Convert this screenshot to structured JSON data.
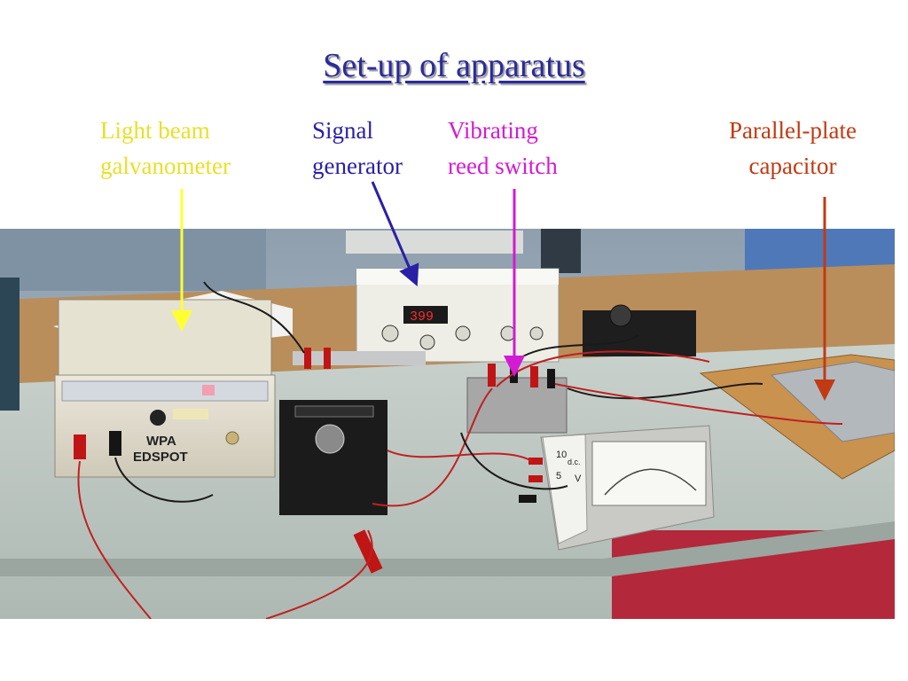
{
  "title": "Set-up of apparatus",
  "labels": {
    "galvanometer": [
      "Light beam",
      "galvanometer"
    ],
    "signal_generator": [
      "Signal",
      "generator"
    ],
    "reed_switch": [
      "Vibrating",
      "reed switch"
    ],
    "capacitor": [
      "Parallel-plate",
      "capacitor"
    ]
  },
  "photo_text": {
    "galv_brand": "WPA",
    "galv_model": "EDSPOT",
    "signal_display": "399",
    "meter_scale_top": "10",
    "meter_scale_unit": "d.c.",
    "meter_scale_mid": "5",
    "meter_scale_v": "V"
  },
  "colors": {
    "title": "#2b2b9c",
    "galvanometer": "#e8e02a",
    "signal_generator": "#2a20a6",
    "reed_switch": "#d21bd2",
    "capacitor": "#c23a13"
  }
}
